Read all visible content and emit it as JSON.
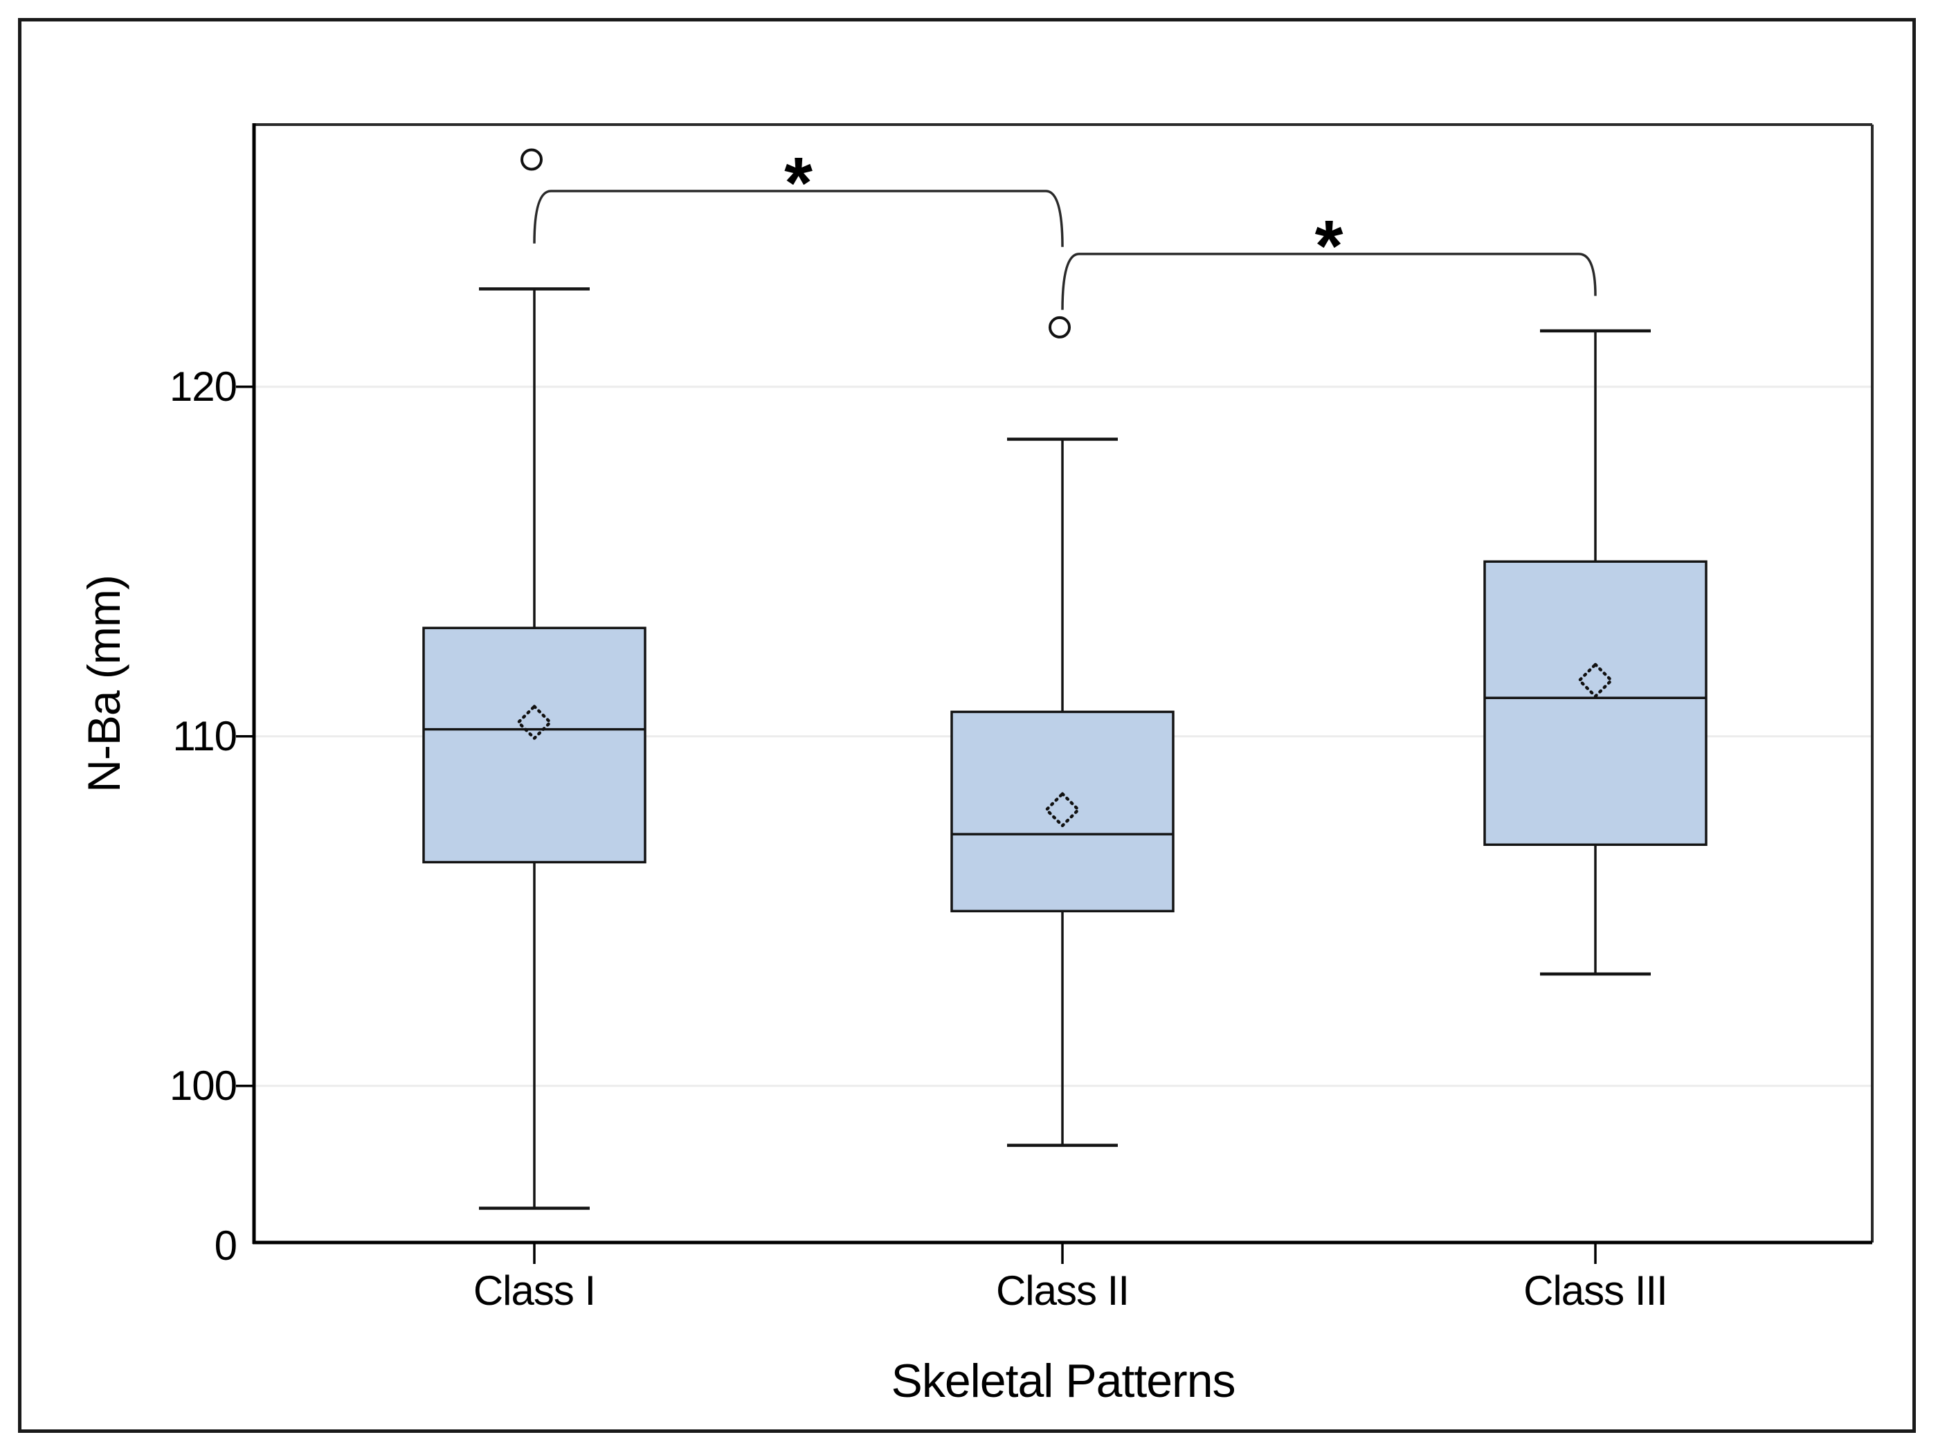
{
  "figure": {
    "background": "#ffffff",
    "border_color": "#1a1a1a"
  },
  "chart_data": {
    "type": "boxplot",
    "title": "",
    "xlabel": "Skeletal Patterns",
    "ylabel": "N-Ba (mm)",
    "categories": [
      "Class I",
      "Class II",
      "Class III"
    ],
    "y_axis": {
      "title": "N-Ba (mm)",
      "ticks": [
        {
          "label": "120",
          "value": 120
        },
        {
          "label": "110",
          "value": 110
        },
        {
          "label": "100",
          "value": 100
        },
        {
          "label": "0",
          "value": null
        }
      ],
      "gridlines": true,
      "broken_axis_zero_at_baseline": true
    },
    "x_axis": {
      "title": "Skeletal Patterns"
    },
    "series": [
      {
        "name": "Class I",
        "whisker_low": 96.5,
        "q1": 106.4,
        "median": 110.2,
        "mean": 110.4,
        "q3": 113.1,
        "whisker_high": 122.8,
        "outliers": [
          126.5
        ]
      },
      {
        "name": "Class II",
        "whisker_low": 98.3,
        "q1": 105.0,
        "median": 107.2,
        "mean": 107.9,
        "q3": 110.7,
        "whisker_high": 118.5,
        "outliers": [
          121.7
        ]
      },
      {
        "name": "Class III",
        "whisker_low": 103.2,
        "q1": 106.9,
        "median": 111.1,
        "mean": 111.6,
        "q3": 115.0,
        "whisker_high": 121.6,
        "outliers": []
      }
    ],
    "significance_brackets": [
      {
        "from": "Class I",
        "to": "Class II",
        "label": "*",
        "line_value": 125.6,
        "from_tail_value": 124.1,
        "to_tail_value": 124.0
      },
      {
        "from": "Class II",
        "to": "Class III",
        "label": "*",
        "line_value": 123.8,
        "from_tail_value": 122.2,
        "to_tail_value": 122.6
      }
    ],
    "style": {
      "box_fill": "#BDD0E8",
      "box_stroke": "#141414",
      "median_color": "#141414",
      "whisker_color": "#141414",
      "gridline_color": "#ECECEC",
      "axis_color": "#000000",
      "plot_frame_color": "#2a2a2a",
      "bracket_color": "#2a2a2a",
      "mean_marker": "dotted-diamond",
      "outlier_marker": "open-circle",
      "legend": "none"
    }
  }
}
